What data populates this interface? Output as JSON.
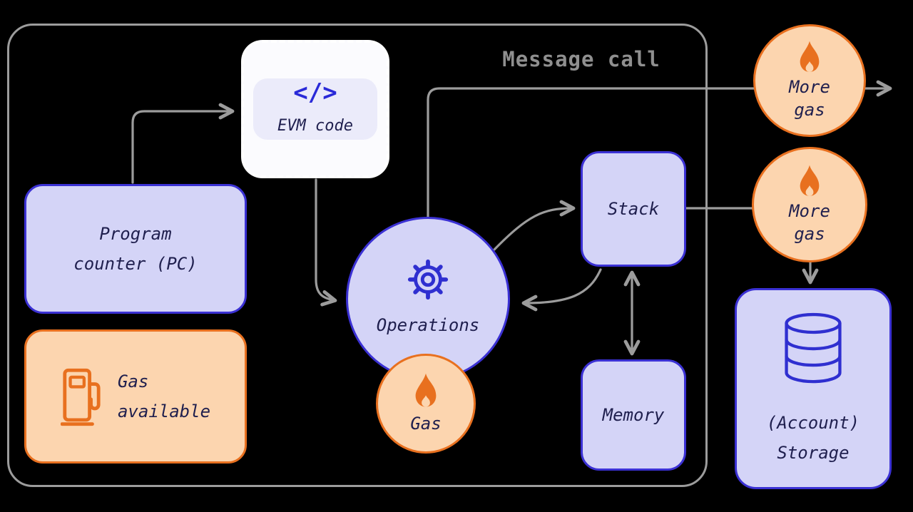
{
  "title": "Message call",
  "icons": {
    "code_glyph": "</>"
  },
  "nodes": {
    "evm_code": {
      "label": "EVM code",
      "icon": "code-icon"
    },
    "program_counter": {
      "label": "Program\ncounter (PC)"
    },
    "gas_available": {
      "label": "Gas\navailable",
      "icon": "gas-pump-icon"
    },
    "operations": {
      "label": "Operations",
      "icon": "gear-icon"
    },
    "gas": {
      "label": "Gas",
      "icon": "flame-icon"
    },
    "stack": {
      "label": "Stack"
    },
    "memory": {
      "label": "Memory"
    },
    "more_gas_top": {
      "label": "More\ngas",
      "icon": "flame-icon"
    },
    "more_gas_mid": {
      "label": "More\ngas",
      "icon": "flame-icon"
    },
    "account_storage": {
      "label": "(Account)\nStorage",
      "icon": "database-icon"
    }
  },
  "colors": {
    "background": "#000000",
    "lavender_fill": "#d4d4f7",
    "blue_border": "#3b31d4",
    "orange_fill": "#fcd5af",
    "orange_border": "#e8701f",
    "arrow_gray": "#9c9c9c",
    "text_navy": "#1f1f4e",
    "title_gray": "#8f8f8f"
  }
}
